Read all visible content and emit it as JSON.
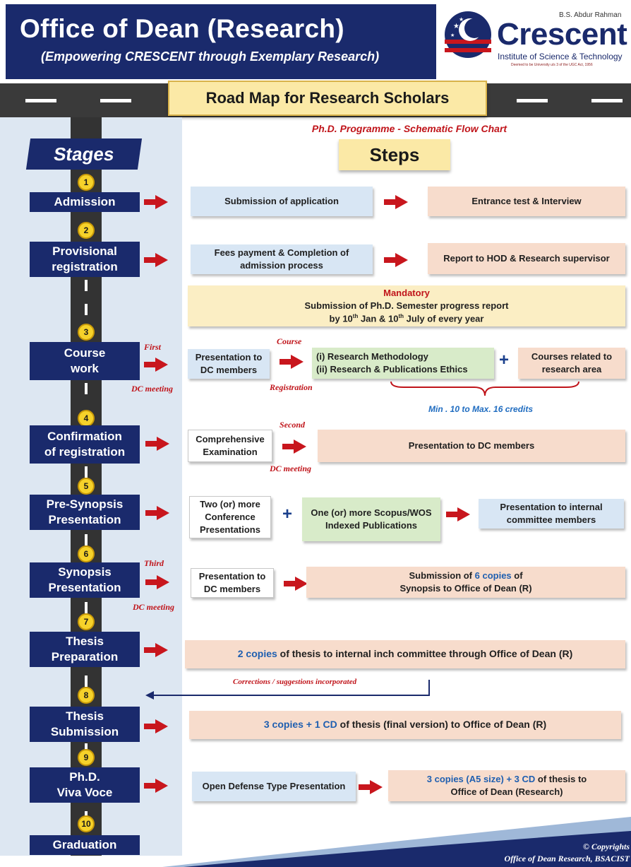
{
  "header": {
    "title": "Office of Dean (Research)",
    "subtitle": "(Empowering CRESCENT through Exemplary Research)"
  },
  "logo": {
    "small_text": "B.S. Abdur Rahman",
    "name": "Crescent",
    "institute": "Institute of Science & Technology",
    "deemed": "Deemed to be University u/s 3 of the UGC Act, 1956"
  },
  "banner": {
    "title": "Road Map for Research Scholars"
  },
  "chart": {
    "title": "Ph.D. Programme - Schematic Flow Chart",
    "stages_heading": "Stages",
    "steps_heading": "Steps"
  },
  "stages": [
    {
      "number": "1",
      "label_line1": "Admission",
      "label_line2": ""
    },
    {
      "number": "2",
      "label_line1": "Provisional",
      "label_line2": "registration"
    },
    {
      "number": "3",
      "label_line1": "Course",
      "label_line2": "work"
    },
    {
      "number": "4",
      "label_line1": "Confirmation",
      "label_line2": "of registration"
    },
    {
      "number": "5",
      "label_line1": "Pre-Synopsis",
      "label_line2": "Presentation"
    },
    {
      "number": "6",
      "label_line1": "Synopsis",
      "label_line2": "Presentation"
    },
    {
      "number": "7",
      "label_line1": "Thesis",
      "label_line2": "Preparation"
    },
    {
      "number": "8",
      "label_line1": "Thesis",
      "label_line2": "Submission"
    },
    {
      "number": "9",
      "label_line1": "Ph.D.",
      "label_line2": "Viva Voce"
    },
    {
      "number": "10",
      "label_line1": "Graduation",
      "label_line2": ""
    }
  ],
  "steps": {
    "admission_1": "Submission of application",
    "admission_2": "Entrance test & Interview",
    "provisional_1": "Fees payment & Completion of admission process",
    "provisional_2": "Report to HOD & Research supervisor",
    "mandatory_title": "Mandatory",
    "mandatory_line1": "Submission of Ph.D. Semester progress report",
    "mandatory_line2_a": "by 10",
    "mandatory_sup1": "th",
    "mandatory_line2_b": " Jan & 10",
    "mandatory_sup2": "th",
    "mandatory_line2_c": " July of every year",
    "course_1": "Presentation to DC members",
    "course_2a": "(i) Research Methodology",
    "course_2b": "(ii) Research & Publications Ethics",
    "course_3": "Courses related to research area",
    "credits": "Min . 10 to Max. 16 credits",
    "confirm_1": "Comprehensive Examination",
    "confirm_2": "Presentation to DC members",
    "presyn_1": "Two (or) more Conference Presentations",
    "presyn_2": "One (or) more Scopus/WOS Indexed Publications",
    "presyn_3": "Presentation to internal committee members",
    "synopsis_1": "Presentation to DC members",
    "synopsis_2_a": "Submission of ",
    "synopsis_2_hl": "6 copies",
    "synopsis_2_b": " of",
    "synopsis_2_line2": "Synopsis to Office of Dean (R)",
    "thesis_prep_hl": "2 copies",
    "thesis_prep_rest": " of thesis to internal inch committee through Office of Dean (R)",
    "corrections": "Corrections / suggestions incorporated",
    "thesis_sub_hl": "3 copies + 1 CD",
    "thesis_sub_rest": " of thesis (final version) to Office of Dean (R)",
    "viva_1": "Open Defense Type Presentation",
    "viva_2_hl": "3 copies (A5 size) + 3 CD",
    "viva_2_rest": " of thesis to",
    "viva_2_line2": "Office of Dean (Research)"
  },
  "notes": {
    "first": "First",
    "dc_meeting": "DC meeting",
    "course": "Course",
    "registration": "Registration",
    "second": "Second",
    "third": "Third"
  },
  "footer": {
    "copyright": "© Copyrights",
    "office": "Office of Dean Research, BSACIST"
  },
  "colors": {
    "navy": "#1a2a6c",
    "red": "#c8161d",
    "road": "#333333",
    "number_yellow": "#f6d22a"
  }
}
